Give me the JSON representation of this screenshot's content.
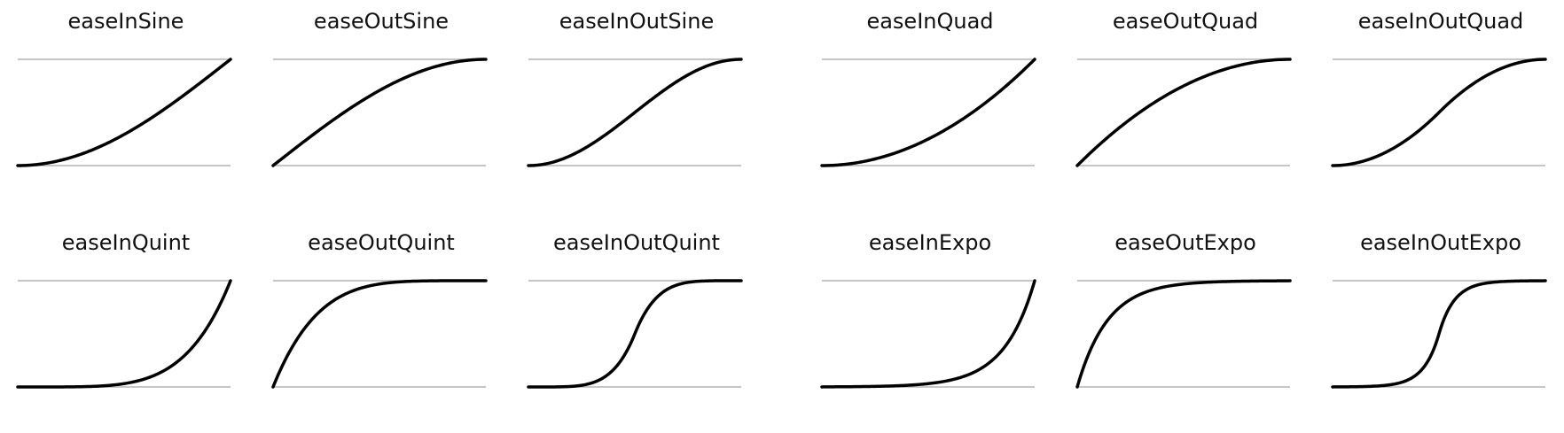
{
  "style": {
    "curve_color": "#000000",
    "baseline_color": "#b3b3b3",
    "title_color": "#111111"
  },
  "panels": [
    {
      "title": "easeInSine",
      "easing": "easeInSine"
    },
    {
      "title": "easeOutSine",
      "easing": "easeOutSine"
    },
    {
      "title": "easeInOutSine",
      "easing": "easeInOutSine"
    },
    {
      "title": "easeInQuad",
      "easing": "easeInQuad"
    },
    {
      "title": "easeOutQuad",
      "easing": "easeOutQuad"
    },
    {
      "title": "easeInOutQuad",
      "easing": "easeInOutQuad"
    },
    {
      "title": "easeInQuint",
      "easing": "easeInQuint"
    },
    {
      "title": "easeOutQuint",
      "easing": "easeOutQuint"
    },
    {
      "title": "easeInOutQuint",
      "easing": "easeInOutQuint"
    },
    {
      "title": "easeInExpo",
      "easing": "easeInExpo"
    },
    {
      "title": "easeOutExpo",
      "easing": "easeOutExpo"
    },
    {
      "title": "easeInOutExpo",
      "easing": "easeInOutExpo"
    }
  ]
}
